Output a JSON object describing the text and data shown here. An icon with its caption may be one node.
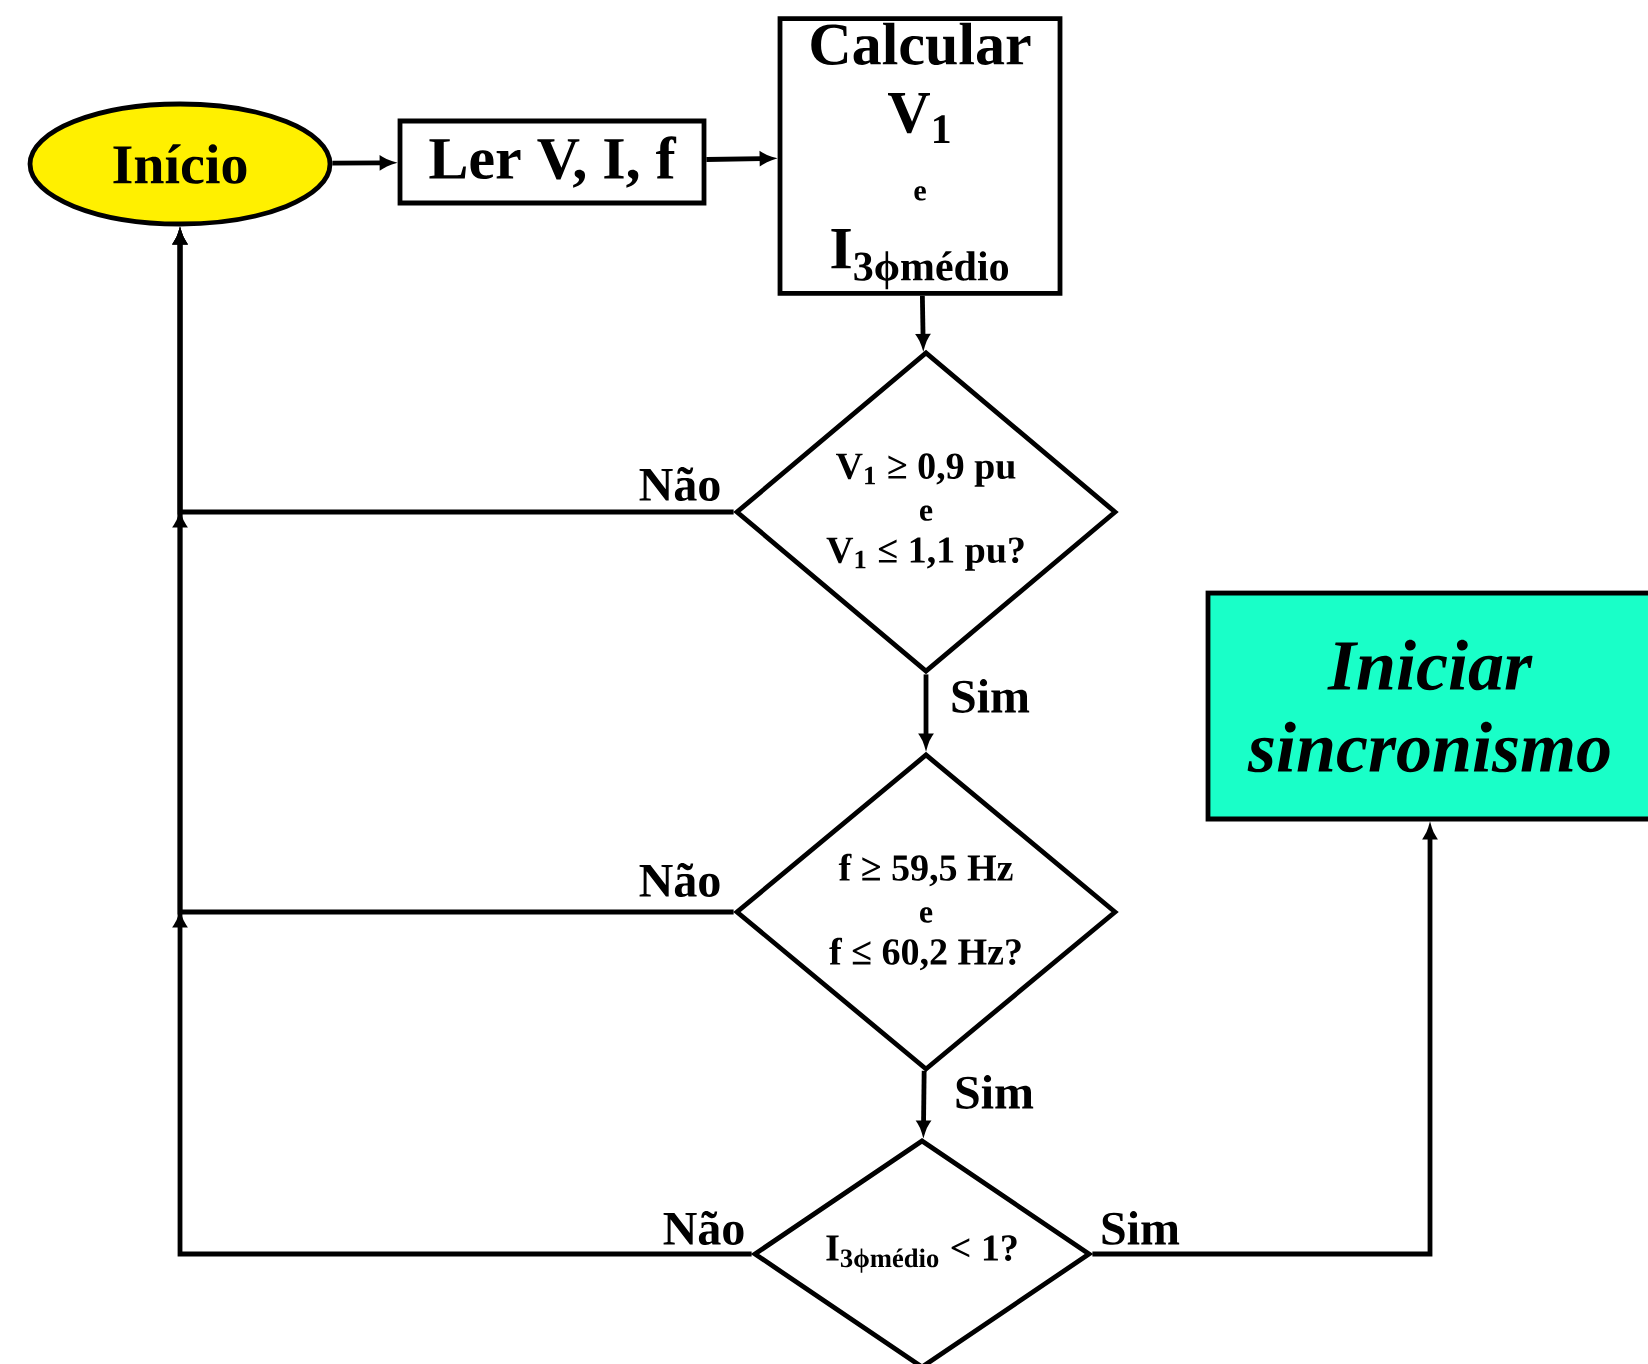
{
  "diagram": {
    "nodes": [
      {
        "text": [
          "Início"
        ]
      },
      {
        "text": [
          "Ler V, I, f"
        ]
      },
      {
        "text": [
          "Calcular",
          "V$_{1}$",
          "e",
          "I$_{3ϕmédio}$"
        ]
      },
      {
        "text": [
          "V$_{1}$ ≥ 0,9 pu",
          "e",
          "V$_{1}$ ≤ 1,1 pu?"
        ]
      },
      {
        "text": [
          "f ≥ 59,5 Hz",
          "e",
          "f ≤ 60,2 Hz?"
        ]
      },
      {
        "text": [
          "I$_{3ϕmédio}$ < 1?"
        ]
      },
      {
        "text": [
          "Iniciar sincronismo"
        ]
      }
    ],
    "edges": [
      {
        "from": 0,
        "to": 1,
        "arrow": "to"
      },
      {
        "from": 1,
        "to": 2,
        "arrow": "to"
      },
      {
        "from": 2,
        "to": 3,
        "arrow": "to"
      },
      {
        "from": 3,
        "to": 4,
        "arrow": "to",
        "label": "Sim"
      },
      {
        "from": 4,
        "to": 5,
        "arrow": "to",
        "label": "Sim"
      },
      {
        "from": 5,
        "to": 6,
        "arrow": "to",
        "label": "Sim"
      },
      {
        "from": 3,
        "to": 0,
        "arrow": "to",
        "label": "Não"
      },
      {
        "from": 4,
        "to": 0,
        "arrow": "to",
        "label": "Não"
      },
      {
        "from": 5,
        "to": 0,
        "arrow": "to",
        "label": "Não"
      }
    ]
  }
}
